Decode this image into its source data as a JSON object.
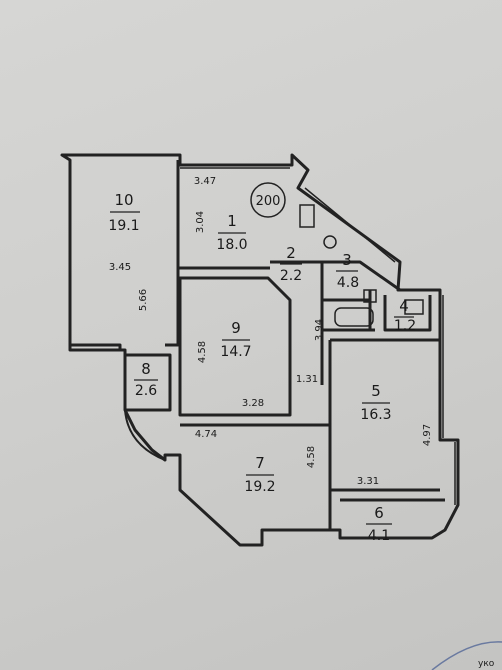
{
  "plan": {
    "apartment_number": "200",
    "rooms": [
      {
        "number": "1",
        "area": "18.0"
      },
      {
        "number": "2",
        "area": "2.2"
      },
      {
        "number": "3",
        "area": "4.8"
      },
      {
        "number": "4",
        "area": "1.2"
      },
      {
        "number": "5",
        "area": "16.3"
      },
      {
        "number": "6",
        "area": "4.1"
      },
      {
        "number": "7",
        "area": "19.2"
      },
      {
        "number": "8",
        "area": "2.6"
      },
      {
        "number": "9",
        "area": "14.7"
      },
      {
        "number": "10",
        "area": "19.1"
      }
    ],
    "dimensions": {
      "d_3_47": "3.47",
      "d_3_04": "3.04",
      "d_3_45": "3.45",
      "d_5_66": "5.66",
      "d_4_58_room9": "4.58",
      "d_3_28": "3.28",
      "d_3_94": "3.94",
      "d_1_31": "1.31",
      "d_4_74": "4.74",
      "d_4_58_room7": "4.58",
      "d_4_97": "4.97",
      "d_3_31": "3.31"
    },
    "corner_fragment": "уко"
  }
}
